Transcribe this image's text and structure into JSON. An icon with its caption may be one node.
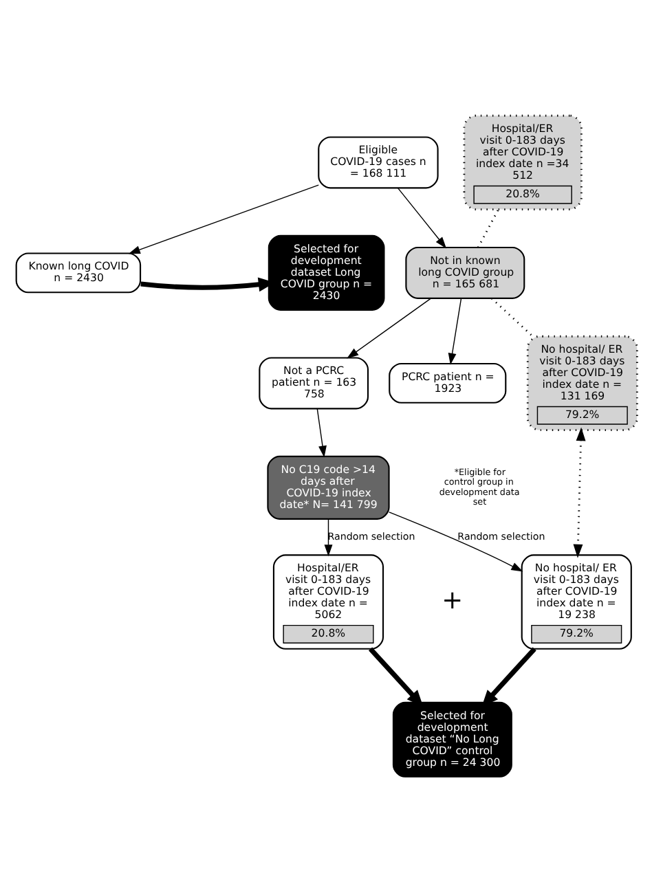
{
  "diagram": {
    "nodes": [
      {
        "text": [
          "Eligible COVID-19 cases n = 168 111"
        ]
      },
      {
        "text": [
          "Selected for development dataset Long COVID group n = 2430"
        ]
      },
      {
        "text": [
          "Known long COVID n = 2430"
        ]
      },
      {
        "text": [
          "Not in known long COVID group n = 165 681"
        ]
      },
      {
        "text": [
          "Hospital/ER visit 0-183 days after COVID-19 index date n =34 512",
          "20.8%"
        ]
      },
      {
        "text": [
          "No hospital/ ER visit 0-183 days after COVID-19 index date n = 131 169",
          "79.2%"
        ]
      },
      {
        "text": [
          "Not a PCRC patient n = 163 758"
        ]
      },
      {
        "text": [
          "PCRC patient n = 1923"
        ]
      },
      {
        "text": [
          "No C19 code >14 days after COVID-19 index date* N= 141 799"
        ]
      },
      {
        "text": [
          "Hospital/ER visit 0-183 days after COVID-19 index date n = 5062",
          "20.8%"
        ]
      },
      {
        "text": [
          "No hospital/ ER visit 0-183 days after COVID-19 index date n = 19 238",
          "79.2%"
        ]
      },
      {
        "text": [
          "Selected for development dataset “No Long COVID” control group n = 24 300"
        ]
      }
    ],
    "edges": [
      {
        "from": 0,
        "to": 2,
        "arrow": "to"
      },
      {
        "from": 0,
        "to": 3,
        "arrow": "to"
      },
      {
        "from": 2,
        "to": 1,
        "arrow": "to",
        "style": "thick"
      },
      {
        "from": 3,
        "to": 4,
        "arrow": "none",
        "style": "dashed"
      },
      {
        "from": 3,
        "to": 5,
        "arrow": "none",
        "style": "dashed"
      },
      {
        "from": 3,
        "to": 6,
        "arrow": "to"
      },
      {
        "from": 3,
        "to": 7,
        "arrow": "to"
      },
      {
        "from": 6,
        "to": 8,
        "arrow": "to"
      },
      {
        "from": 8,
        "to": 9,
        "arrow": "to",
        "label": "Random selection"
      },
      {
        "from": 8,
        "to": 10,
        "arrow": "to",
        "label": "Random selection"
      },
      {
        "from": 5,
        "to": 10,
        "arrow": "both",
        "style": "dashed"
      },
      {
        "from": 9,
        "to": 11,
        "arrow": "to",
        "style": "thick"
      },
      {
        "from": 10,
        "to": 11,
        "arrow": "to",
        "style": "thick"
      }
    ],
    "labels": [
      "*Eligible for control group in development data set",
      "+"
    ]
  }
}
